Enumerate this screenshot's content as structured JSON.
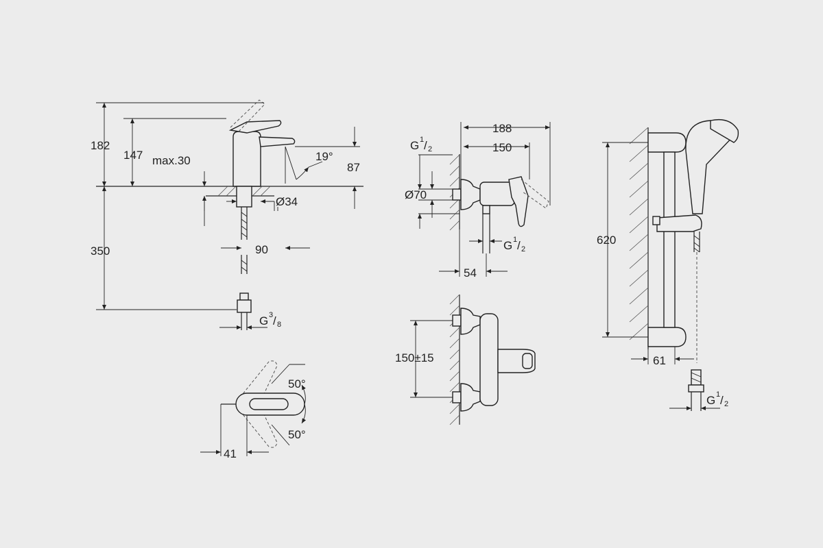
{
  "basin_mixer": {
    "dimensions": {
      "total_height": "182",
      "spout_height": "147",
      "max_counter": "max.30",
      "spout_angle": "19°",
      "spout_reach_height": "87",
      "hole_diameter": "Ø34",
      "hose_length": "350",
      "spout_projection": "90",
      "connection": "G",
      "connection_num": "3",
      "connection_den": "8"
    }
  },
  "lever_top_view": {
    "dimensions": {
      "angle_top": "50°",
      "angle_bottom": "50°",
      "width": "41"
    }
  },
  "shower_mixer_side": {
    "dimensions": {
      "total_depth": "188",
      "body_depth": "150",
      "connection_top": "G",
      "connection_top_num": "1",
      "connection_top_den": "2",
      "escutcheon": "Ø70",
      "outlet": "G",
      "outlet_num": "1",
      "outlet_den": "2",
      "wall_offset": "54"
    }
  },
  "shower_mixer_front": {
    "dimensions": {
      "centers": "150±15"
    }
  },
  "shower_rail": {
    "dimensions": {
      "rail_length": "620",
      "wall_distance": "61",
      "hose_connection": "G",
      "hose_connection_num": "1",
      "hose_connection_den": "2"
    }
  }
}
